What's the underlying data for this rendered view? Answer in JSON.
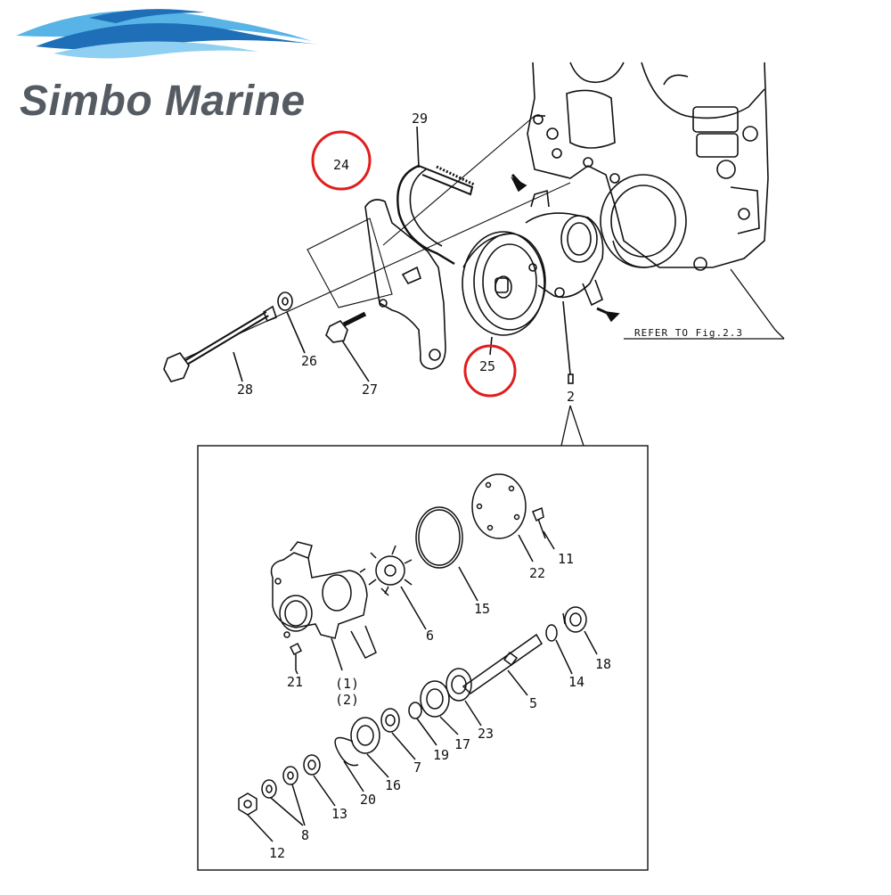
{
  "brand": {
    "name": "Simbo Marine",
    "colors": {
      "wave_dark": "#1e6fb8",
      "wave_light": "#58b4e6",
      "text": "#555b62",
      "highlight": "#e01e1e"
    }
  },
  "reference_note": "REFER TO Fig.2.3",
  "top_labels": {
    "p24": "24",
    "p29": "29",
    "p28": "28",
    "p26": "26",
    "p27": "27",
    "p25": "25",
    "p2": "2"
  },
  "inset_labels": {
    "p11": "11",
    "p22": "22",
    "p15": "15",
    "p6": "6",
    "p18": "18",
    "p14": "14",
    "p5": "5",
    "p23": "23",
    "p21": "21",
    "p1a": "(1)",
    "p1b": "(2)",
    "p17": "17",
    "p19": "19",
    "p7": "7",
    "p16": "16",
    "p20": "20",
    "p13": "13",
    "p8": "8",
    "p12": "12"
  },
  "highlighted_parts": [
    "24",
    "25"
  ]
}
